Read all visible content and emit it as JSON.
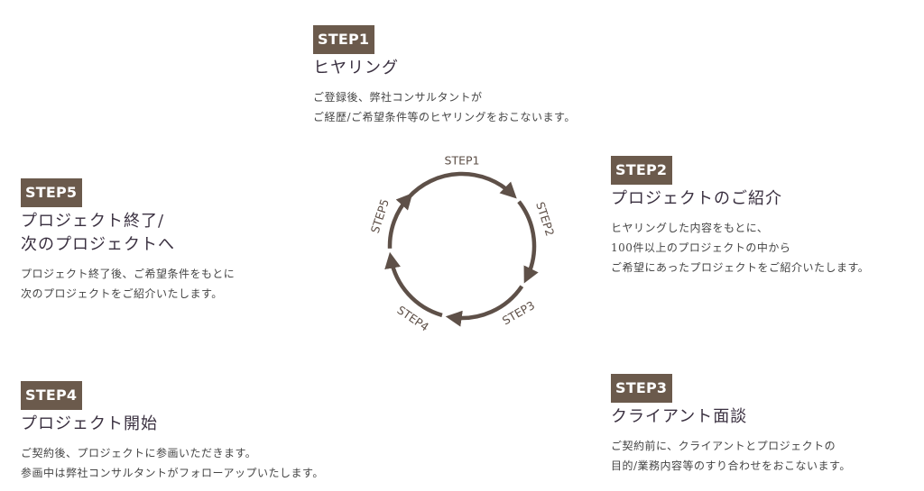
{
  "steps": [
    {
      "badge": "STEP1",
      "title": "ヒヤリング",
      "desc": [
        "ご登録後、弊社コンサルタントが",
        "ご経歴/ご希望条件等のヒヤリングをおこないます。"
      ]
    },
    {
      "badge": "STEP2",
      "title": "プロジェクトのご紹介",
      "desc": [
        "ヒヤリングした内容をもとに、",
        "100件以上のプロジェクトの中から",
        "ご希望にあったプロジェクトをご紹介いたします。"
      ]
    },
    {
      "badge": "STEP3",
      "title": "クライアント面談",
      "desc": [
        "ご契約前に、クライアントとプロジェクトの",
        "目的/業務内容等のすり合わせをおこないます。"
      ]
    },
    {
      "badge": "STEP4",
      "title": "プロジェクト開始",
      "desc": [
        "ご契約後、プロジェクトに参画いただきます。",
        "参画中は弊社コンサルタントがフォローアップいたします。"
      ]
    },
    {
      "badge": "STEP5",
      "title": [
        "プロジェクト終了/",
        "次のプロジェクトへ"
      ],
      "desc": [
        "プロジェクト終了後、ご希望条件をもとに",
        "次のプロジェクトをご紹介いたします。"
      ]
    }
  ],
  "cycle": {
    "labels": [
      "STEP1",
      "STEP2",
      "STEP3",
      "STEP4",
      "STEP5"
    ],
    "color": "#5e5048"
  },
  "theme": {
    "badge_bg": "#6b5a4c",
    "badge_text": "#ffffff"
  }
}
